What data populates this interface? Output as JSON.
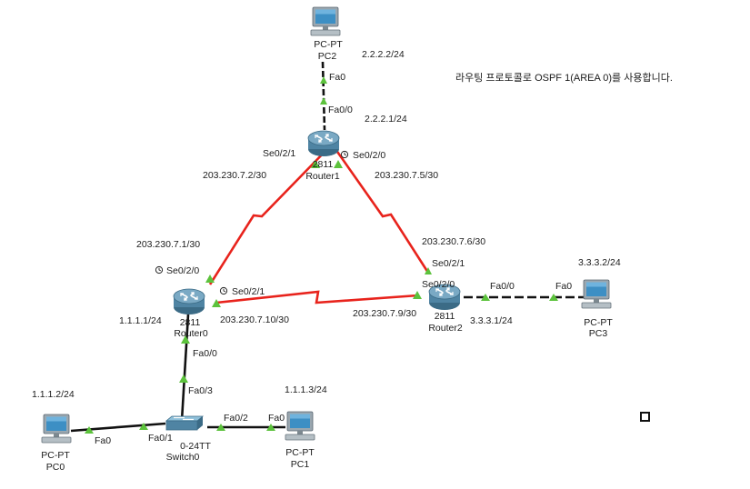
{
  "note": "라우팅 프로토콜로 OSPF 1(AREA 0)를 사용합니다.",
  "colors": {
    "serial_link": "#e8231c",
    "ethernet_link": "#111111",
    "port_up": "#5cc23c",
    "router_body": "#5a8fae",
    "pc_screen": "#3d8fc4"
  },
  "devices": {
    "pc2": {
      "model": "PC-PT",
      "name": "PC2",
      "icon": "pc-icon"
    },
    "router1": {
      "model": "2811",
      "name": "Router1",
      "icon": "router-icon"
    },
    "router0": {
      "model": "2811",
      "name": "Router0",
      "icon": "router-icon"
    },
    "router2": {
      "model": "2811",
      "name": "Router2",
      "icon": "router-icon"
    },
    "pc3": {
      "model": "PC-PT",
      "name": "PC3",
      "icon": "pc-icon"
    },
    "switch0": {
      "model": "0-24TT",
      "name": "Switch0",
      "icon": "switch-icon"
    },
    "pc0": {
      "model": "PC-PT",
      "name": "PC0",
      "icon": "pc-icon"
    },
    "pc1": {
      "model": "PC-PT",
      "name": "PC1",
      "icon": "pc-icon"
    }
  },
  "interfaces": {
    "pc2_fa0": "Fa0",
    "r1_fa00": "Fa0/0",
    "r1_se021": "Se0/2/1",
    "r1_se020": "Se0/2/0",
    "r0_se020": "Se0/2/0",
    "r0_se021": "Se0/2/1",
    "r0_fa00": "Fa0/0",
    "r2_se021": "Se0/2/1",
    "r2_se020": "Se0/2/0",
    "r2_fa00": "Fa0/0",
    "pc3_fa0": "Fa0",
    "sw_fa03": "Fa0/3",
    "sw_fa01": "Fa0/1",
    "sw_fa02": "Fa0/2",
    "pc0_fa0": "Fa0",
    "pc1_fa0": "Fa0"
  },
  "addresses": {
    "pc2": "2.2.2.2/24",
    "r1_fa": "2.2.2.1/24",
    "r1_se021": "203.230.7.2/30",
    "r1_se020": "203.230.7.5/30",
    "r0_se020": "203.230.7.1/30",
    "r2_se021": "203.230.7.6/30",
    "r0_se021": "203.230.7.10/30",
    "r2_se020": "203.230.7.9/30",
    "pc3": "3.3.3.2/24",
    "r2_fa": "3.3.3.1/24",
    "r0_fa": "1.1.1.1/24",
    "pc0": "1.1.1.2/24",
    "pc1": "1.1.1.3/24"
  }
}
